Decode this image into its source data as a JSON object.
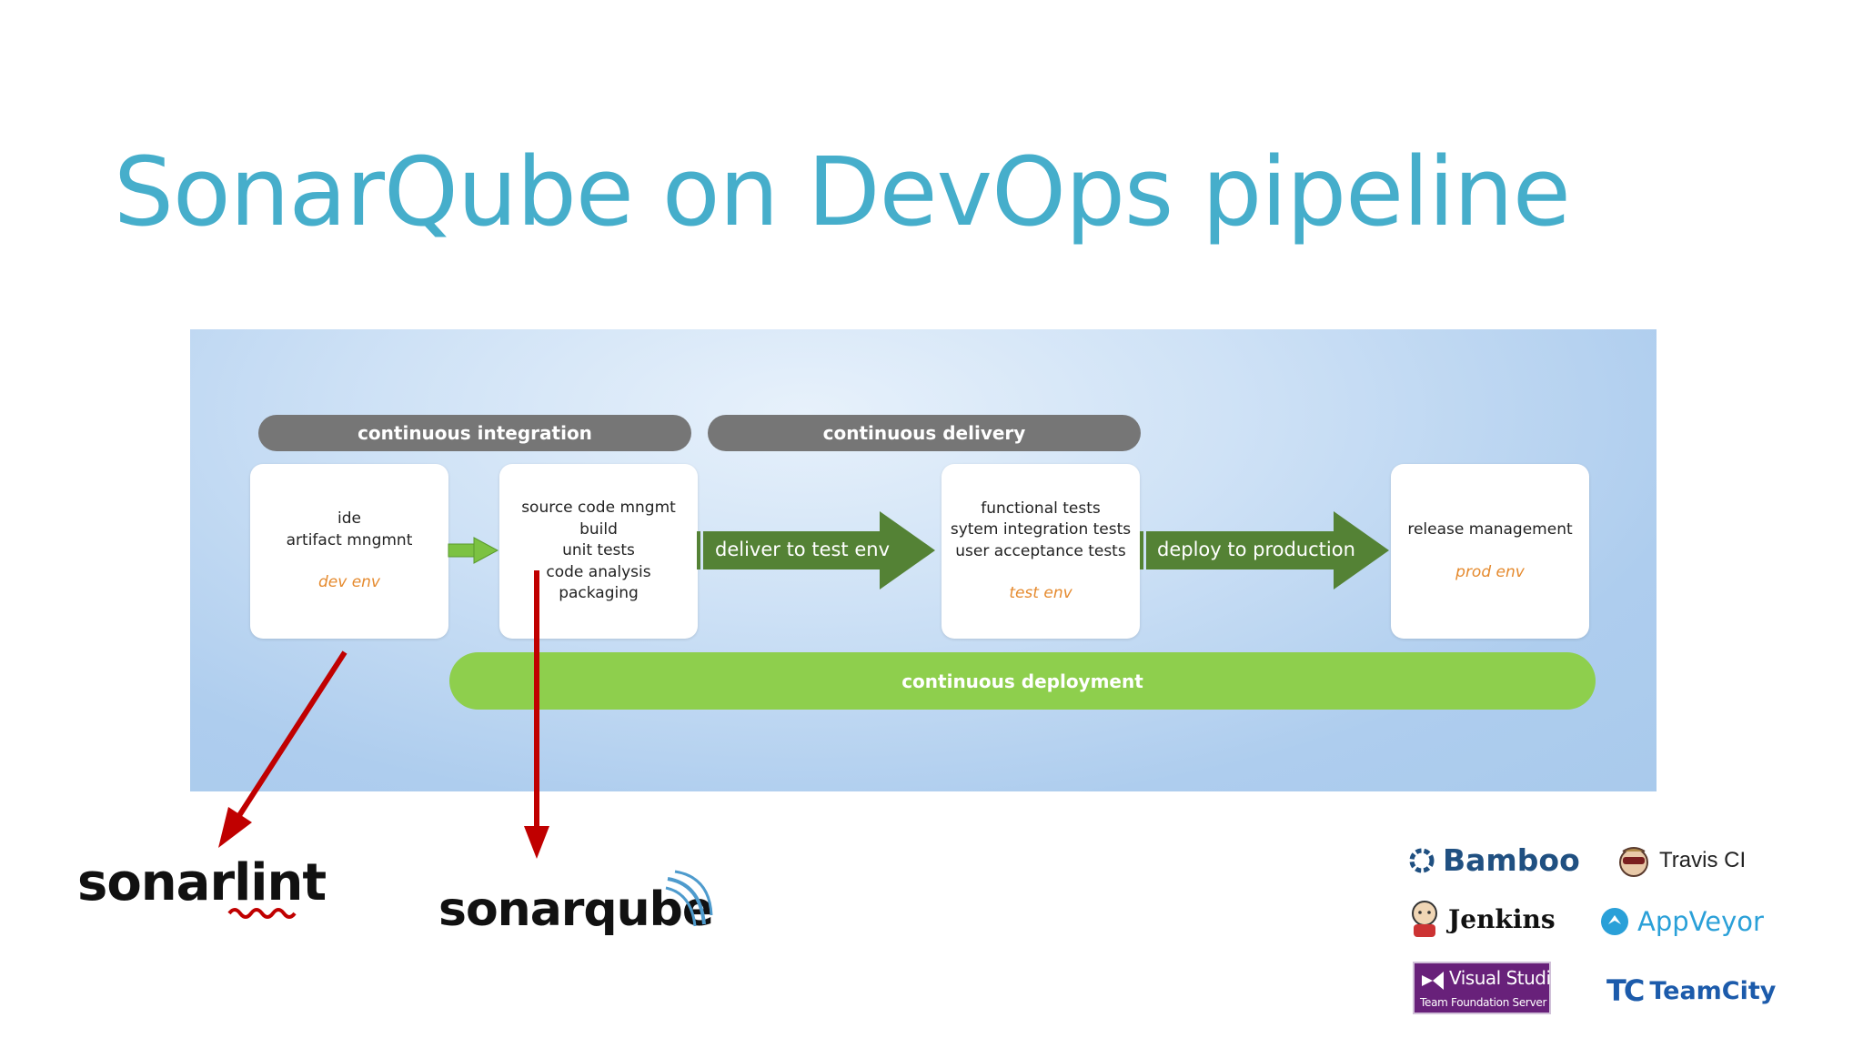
{
  "title": "SonarQube on DevOps pipeline",
  "diagram": {
    "ci_label": "continuous integration",
    "cdelivery_label": "continuous delivery",
    "cdeploy_label": "continuous deployment",
    "stages": [
      {
        "lines": [
          "ide",
          "artifact mngmnt"
        ],
        "env": "dev env"
      },
      {
        "lines": [
          "source code mngmt",
          "build",
          "unit tests",
          "code analysis",
          "packaging"
        ],
        "env": ""
      },
      {
        "lines": [
          "functional tests",
          "sytem integration tests",
          "user acceptance tests"
        ],
        "env": "test env"
      },
      {
        "lines": [
          "release management"
        ],
        "env": "prod env"
      }
    ],
    "arrows": [
      "deliver to test env",
      "deploy to production"
    ]
  },
  "logos": {
    "sonarlint": "sonarlint",
    "sonarqube": "sonarqube"
  },
  "tools": {
    "bamboo": "Bamboo",
    "travis": "Travis CI",
    "jenkins": "Jenkins",
    "appveyor": "AppVeyor",
    "vs_title": "Visual Studio",
    "vs_sub": "Team Foundation Server",
    "teamcity": "TeamCity"
  },
  "colors": {
    "title": "#46aecb",
    "pill": "#767676",
    "arrow_green": "#548235",
    "deploy_bar": "#8ecf4d",
    "env_text": "#e58a2e",
    "red_arrow": "#c00000"
  }
}
